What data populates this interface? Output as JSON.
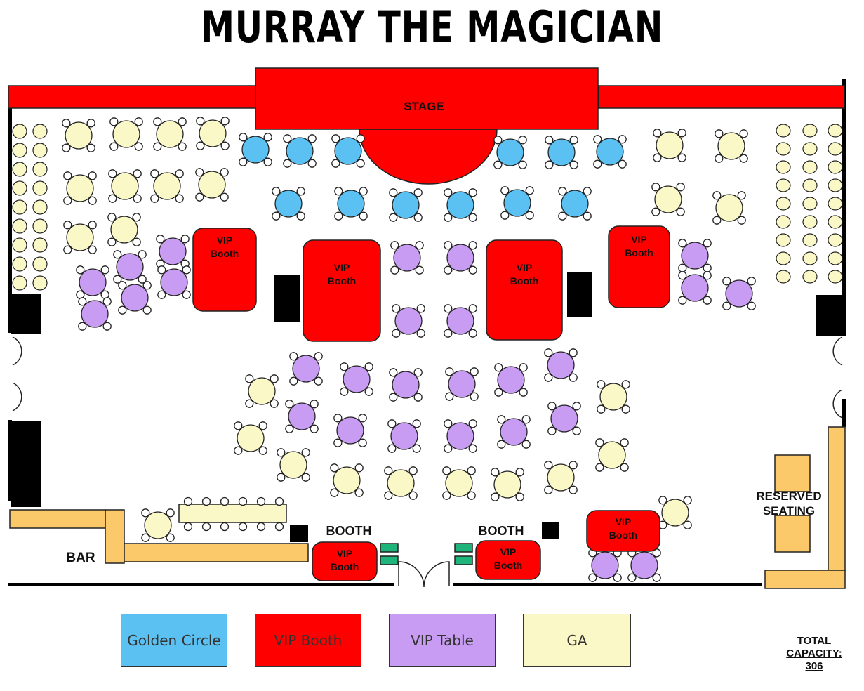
{
  "title": "MURRAY THE MAGICIAN",
  "stage_label": "STAGE",
  "vip_booth_label": [
    "VIP",
    "Booth"
  ],
  "booth_heading": "BOOTH",
  "bar_label": "BAR",
  "reserved_label": [
    "RESERVED",
    "SEATING"
  ],
  "colors": {
    "golden_circle": "#5bc0f2",
    "vip_booth": "#ff0000",
    "vip_table": "#c89cf2",
    "ga": "#fbf8c8",
    "bar": "#fbc96a",
    "wall": "#000000",
    "lounge": "#1fb57a"
  },
  "legend": [
    {
      "label": "Golden Circle",
      "key": "golden_circle"
    },
    {
      "label": "VIP Booth",
      "key": "vip_booth"
    },
    {
      "label": "VIP Table",
      "key": "vip_table"
    },
    {
      "label": "GA",
      "key": "ga"
    }
  ],
  "capacity": {
    "line1": "TOTAL",
    "line2": "CAPACITY:",
    "value": "306"
  }
}
